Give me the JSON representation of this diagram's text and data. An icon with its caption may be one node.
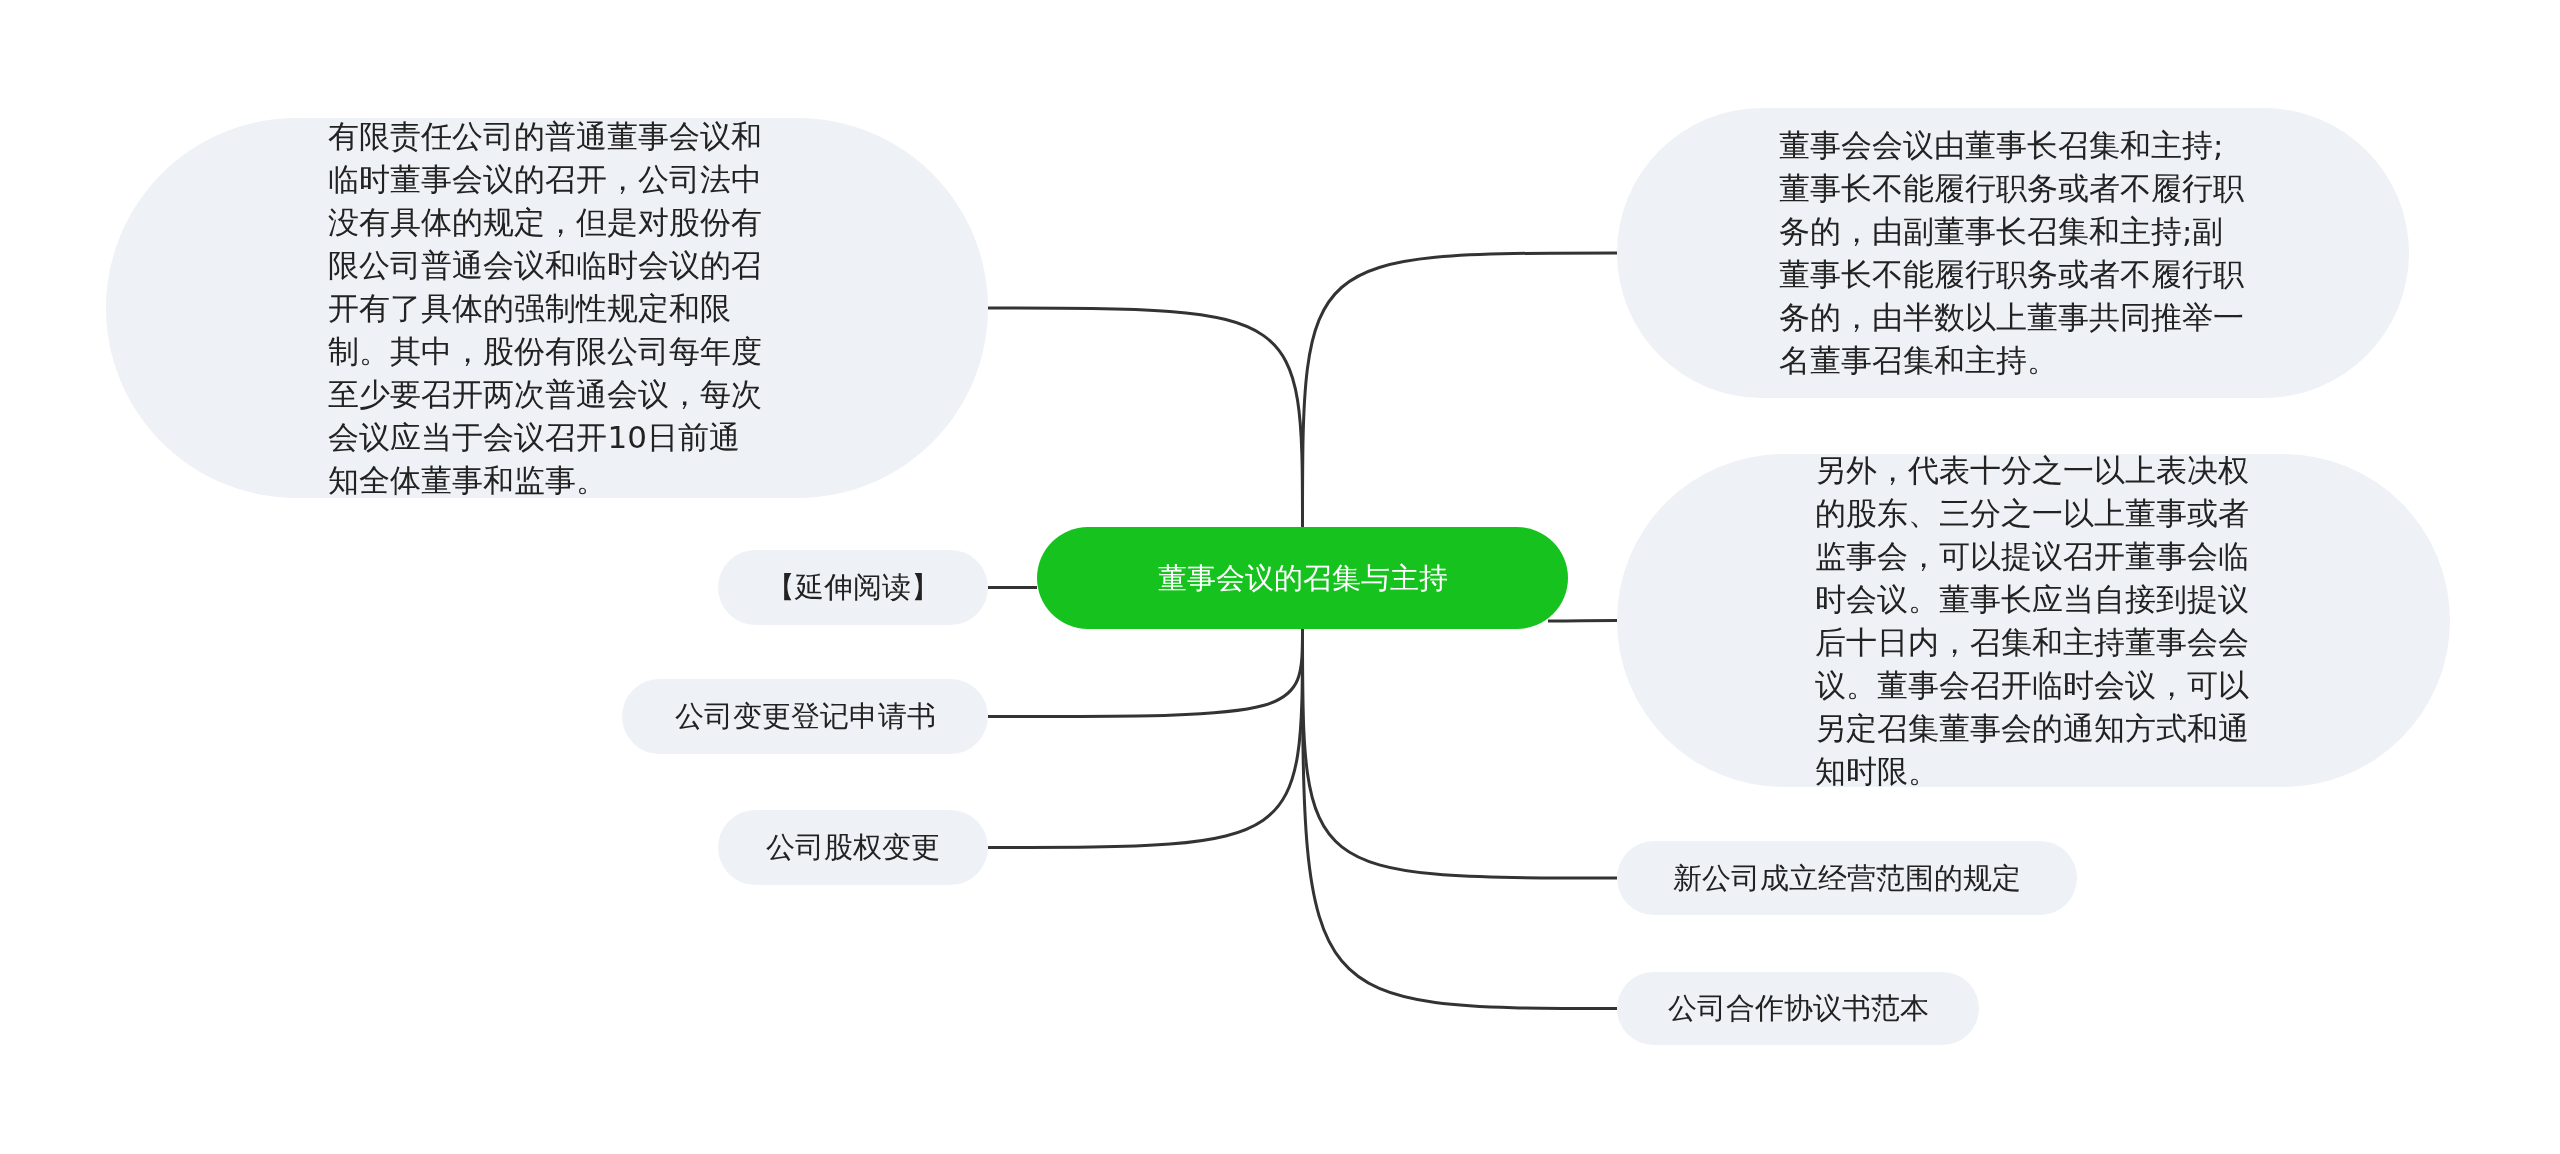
{
  "diagram": {
    "nodes": [
      {
        "text": [
          "董事会议的召集与主持"
        ]
      },
      {
        "text": [
          "有限责任公司的普通董事会议和临时董事会议的召开，公司法中没有具体的规定，但是对股份有限公司普通会议和临时会议的召开有了具体的强制性规定和限制。其中，股份有限公司每年度至少要召开两次普通会议，每次会议应当于会议召开10日前通知全体董事和监事。"
        ]
      },
      {
        "text": [
          "【延伸阅读】"
        ]
      },
      {
        "text": [
          "公司变更登记申请书"
        ]
      },
      {
        "text": [
          "公司股权变更"
        ]
      },
      {
        "text": [
          "董事会会议由董事长召集和主持;董事长不能履行职务或者不履行职务的，由副董事长召集和主持;副董事长不能履行职务或者不履行职务的，由半数以上董事共同推举一名董事召集和主持。"
        ]
      },
      {
        "text": [
          "另外，代表十分之一以上表决权的股东、三分之一以上董事或者监事会，可以提议召开董事会临时会议。董事长应当自接到提议后十日内，召集和主持董事会会议。董事会召开临时会议，可以另定召集董事会的通知方式和通知时限。"
        ]
      },
      {
        "text": [
          "新公司成立经营范围的规定"
        ]
      },
      {
        "text": [
          "公司合作协议书范本"
        ]
      }
    ],
    "edges": [
      {
        "from": 0,
        "to": 1,
        "arrow": "none"
      },
      {
        "from": 0,
        "to": 2,
        "arrow": "none"
      },
      {
        "from": 0,
        "to": 3,
        "arrow": "none"
      },
      {
        "from": 0,
        "to": 4,
        "arrow": "none"
      },
      {
        "from": 0,
        "to": 5,
        "arrow": "none"
      },
      {
        "from": 0,
        "to": 6,
        "arrow": "none"
      },
      {
        "from": 0,
        "to": 7,
        "arrow": "none"
      },
      {
        "from": 0,
        "to": 8,
        "arrow": "none"
      }
    ]
  }
}
